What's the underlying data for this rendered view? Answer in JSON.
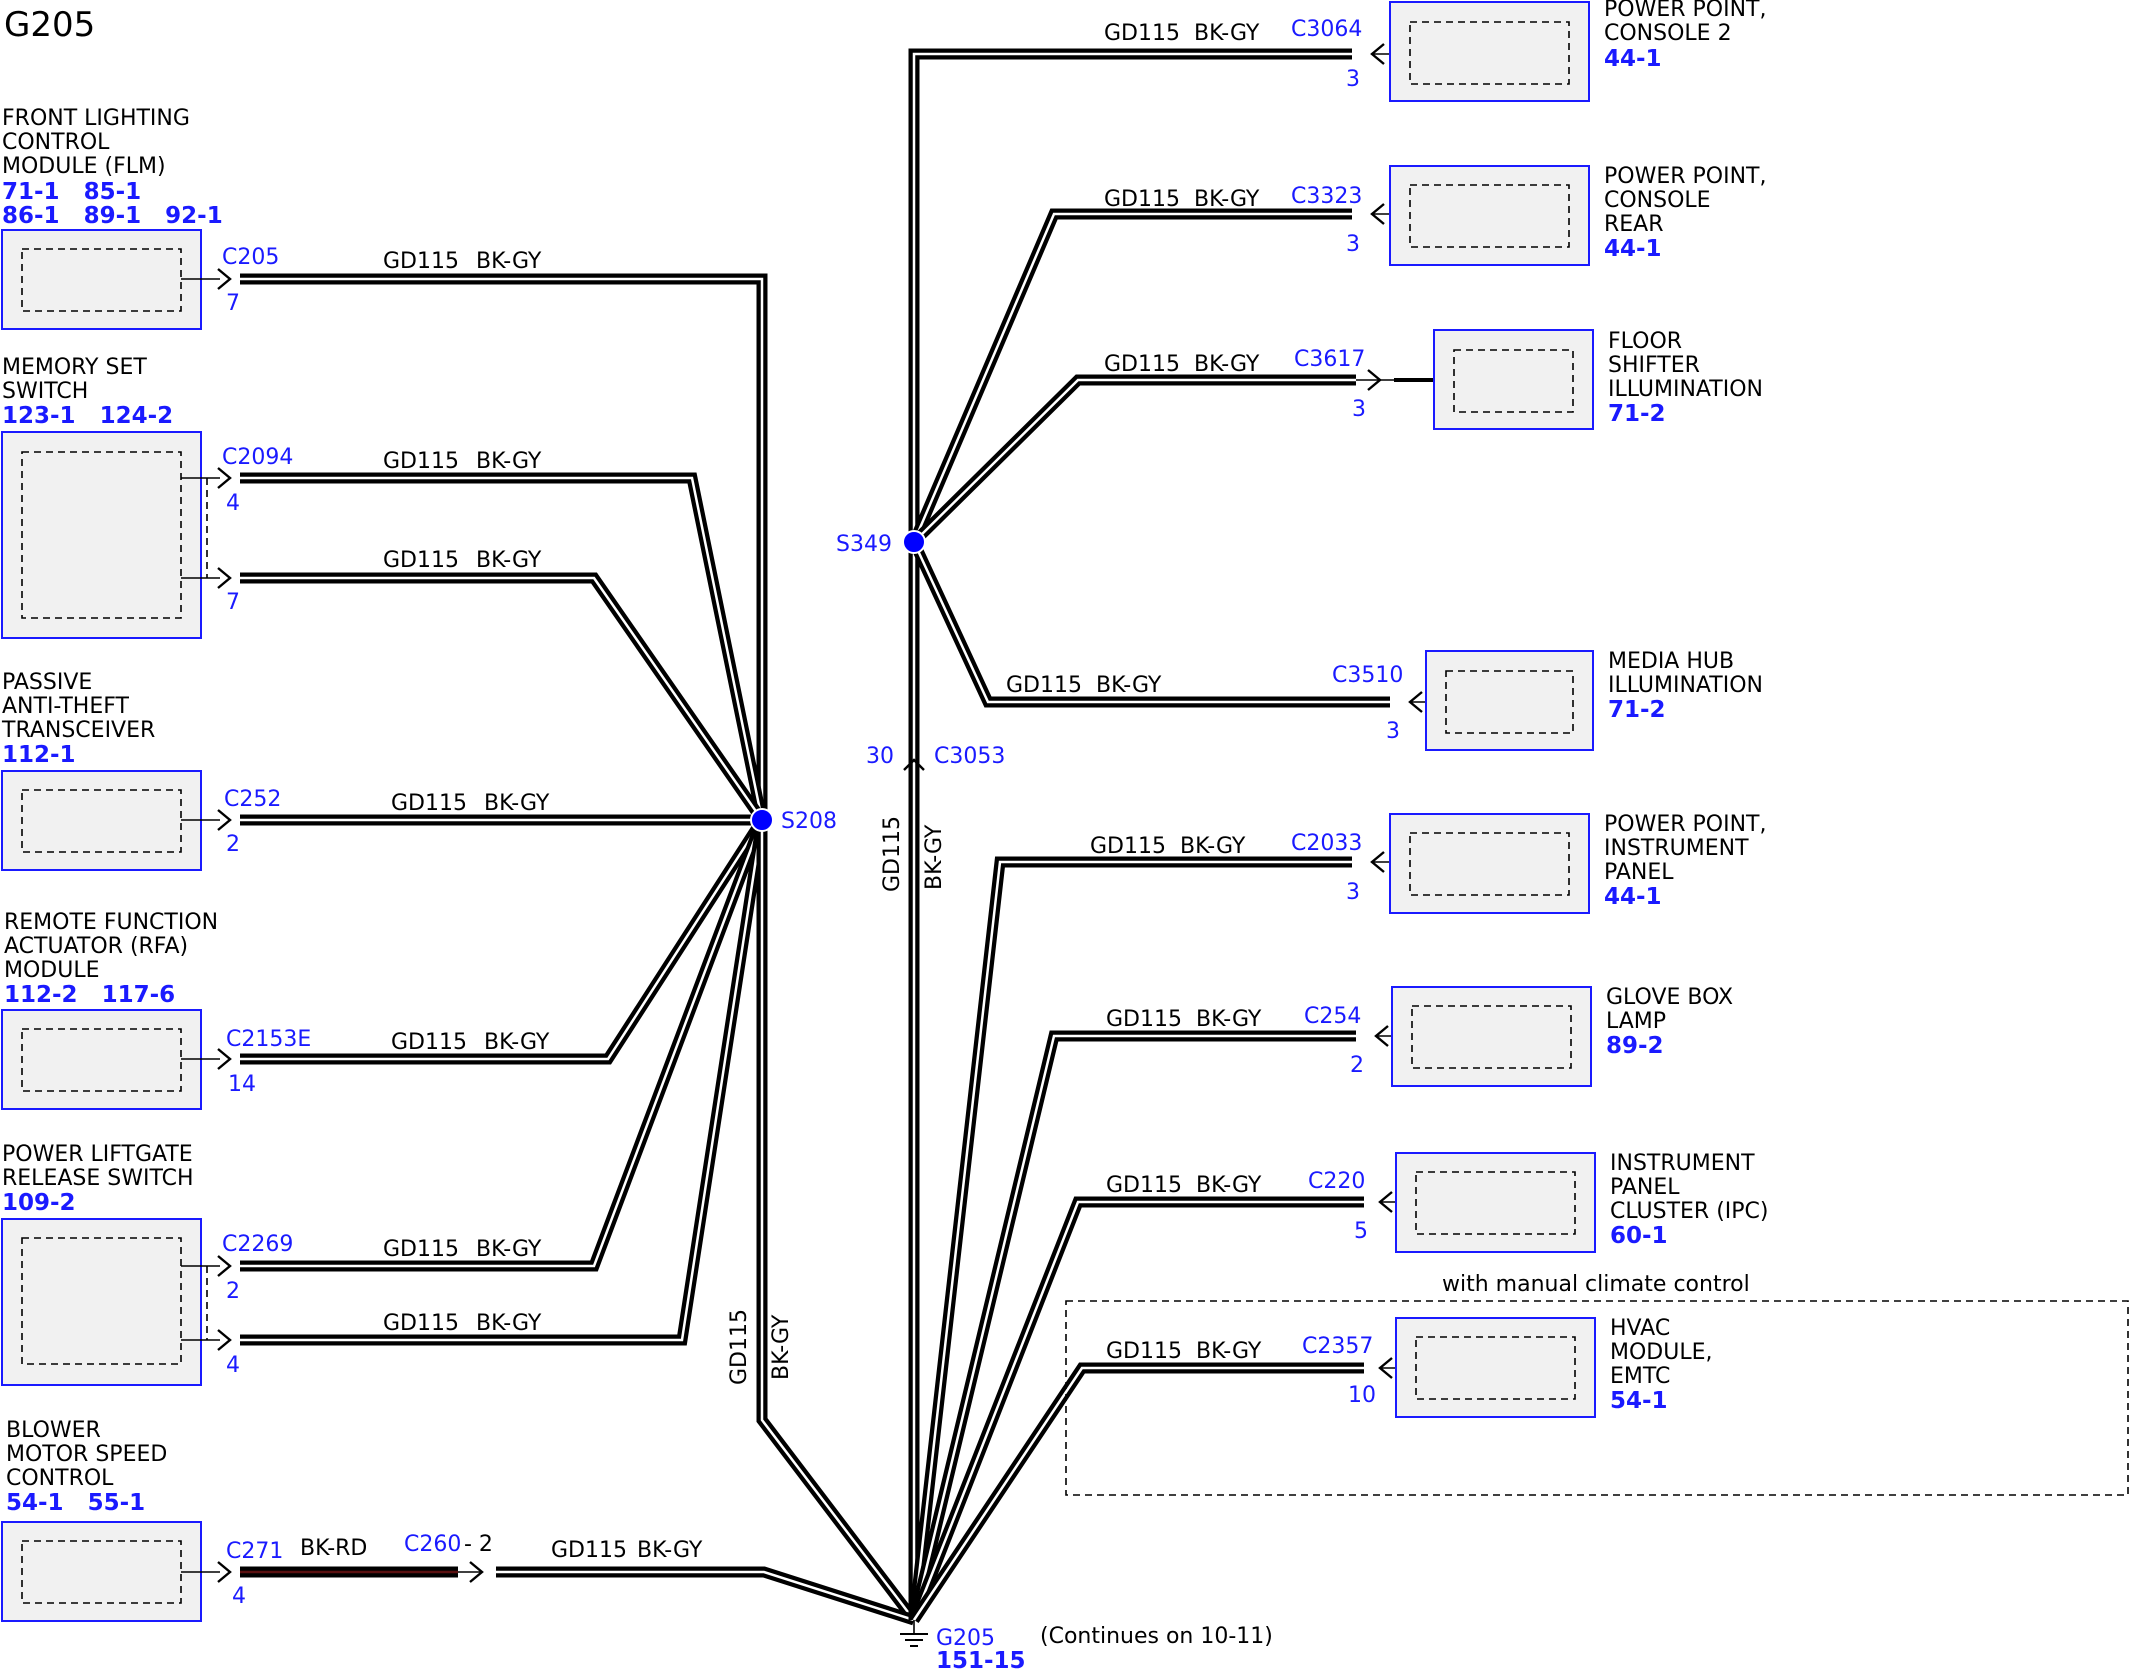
{
  "page_title": "G205",
  "colors": {
    "link": "#1a1aff",
    "splice": "#0000ff",
    "box_fill": "#f1f1f1",
    "wire": "#000000",
    "red_wire": "#5a1010"
  },
  "left_components": [
    {
      "name_lines": [
        "FRONT LIGHTING",
        "CONTROL",
        "MODULE (FLM)"
      ],
      "ref_lines": [
        "71-1   85-1",
        "86-1   89-1   92-1"
      ]
    },
    {
      "name_lines": [
        "MEMORY SET",
        "SWITCH"
      ],
      "ref_lines": [
        "123-1   124-2"
      ]
    },
    {
      "name_lines": [
        "PASSIVE",
        "ANTI-THEFT",
        "TRANSCEIVER"
      ],
      "ref_lines": [
        "112-1"
      ]
    },
    {
      "name_lines": [
        "REMOTE FUNCTION",
        "ACTUATOR (RFA)",
        "MODULE"
      ],
      "ref_lines": [
        "112-2   117-6"
      ]
    },
    {
      "name_lines": [
        "POWER LIFTGATE",
        "RELEASE SWITCH"
      ],
      "ref_lines": [
        "109-2"
      ]
    },
    {
      "name_lines": [
        "BLOWER",
        "MOTOR SPEED",
        "CONTROL"
      ],
      "ref_lines": [
        "54-1   55-1"
      ]
    }
  ],
  "right_components": [
    {
      "name_lines": [
        "POWER POINT,",
        "CONSOLE 2"
      ],
      "ref": "44-1"
    },
    {
      "name_lines": [
        "POWER POINT,",
        "CONSOLE",
        "REAR"
      ],
      "ref": "44-1"
    },
    {
      "name_lines": [
        "FLOOR",
        "SHIFTER",
        "ILLUMINATION"
      ],
      "ref": "71-2"
    },
    {
      "name_lines": [
        "MEDIA HUB",
        "ILLUMINATION"
      ],
      "ref": "71-2"
    },
    {
      "name_lines": [
        "POWER POINT,",
        "INSTRUMENT",
        "PANEL"
      ],
      "ref": "44-1"
    },
    {
      "name_lines": [
        "GLOVE BOX",
        "LAMP"
      ],
      "ref": "89-2"
    },
    {
      "name_lines": [
        "INSTRUMENT",
        "PANEL",
        "CLUSTER (IPC)"
      ],
      "ref": "60-1"
    },
    {
      "name_lines": [
        "HVAC",
        "MODULE,",
        "EMTC"
      ],
      "ref": "54-1"
    }
  ],
  "wire_circuit": "GD115",
  "wire_color": "BK-GY",
  "red_wire_color": "BK-RD",
  "left_connectors": [
    {
      "id": "C205",
      "pin": "7"
    },
    {
      "id": "C2094",
      "pin": "4"
    },
    {
      "id": "",
      "pin": "7"
    },
    {
      "id": "C252",
      "pin": "2"
    },
    {
      "id": "C2153E",
      "pin": "14"
    },
    {
      "id": "C2269",
      "pin": "2"
    },
    {
      "id": "",
      "pin": "4"
    },
    {
      "id": "C271",
      "pin": "4"
    }
  ],
  "inline_connector": {
    "id": "C260",
    "pin": "- 2"
  },
  "right_connectors": [
    {
      "id": "C3064",
      "pin": "3"
    },
    {
      "id": "C3323",
      "pin": "3"
    },
    {
      "id": "C3617",
      "pin": "3"
    },
    {
      "id": "C3510",
      "pin": "3"
    },
    {
      "id": "C2033",
      "pin": "3"
    },
    {
      "id": "C254",
      "pin": "2"
    },
    {
      "id": "C220",
      "pin": "5"
    },
    {
      "id": "C2357",
      "pin": "10"
    }
  ],
  "splices": {
    "s208": "S208",
    "s349": "S349"
  },
  "trunk_connector": {
    "id": "C3053",
    "pin": "30"
  },
  "ground": {
    "id": "G205",
    "ref": "151-15",
    "note": "(Continues on 10-11)"
  },
  "option_note": "with manual climate control"
}
